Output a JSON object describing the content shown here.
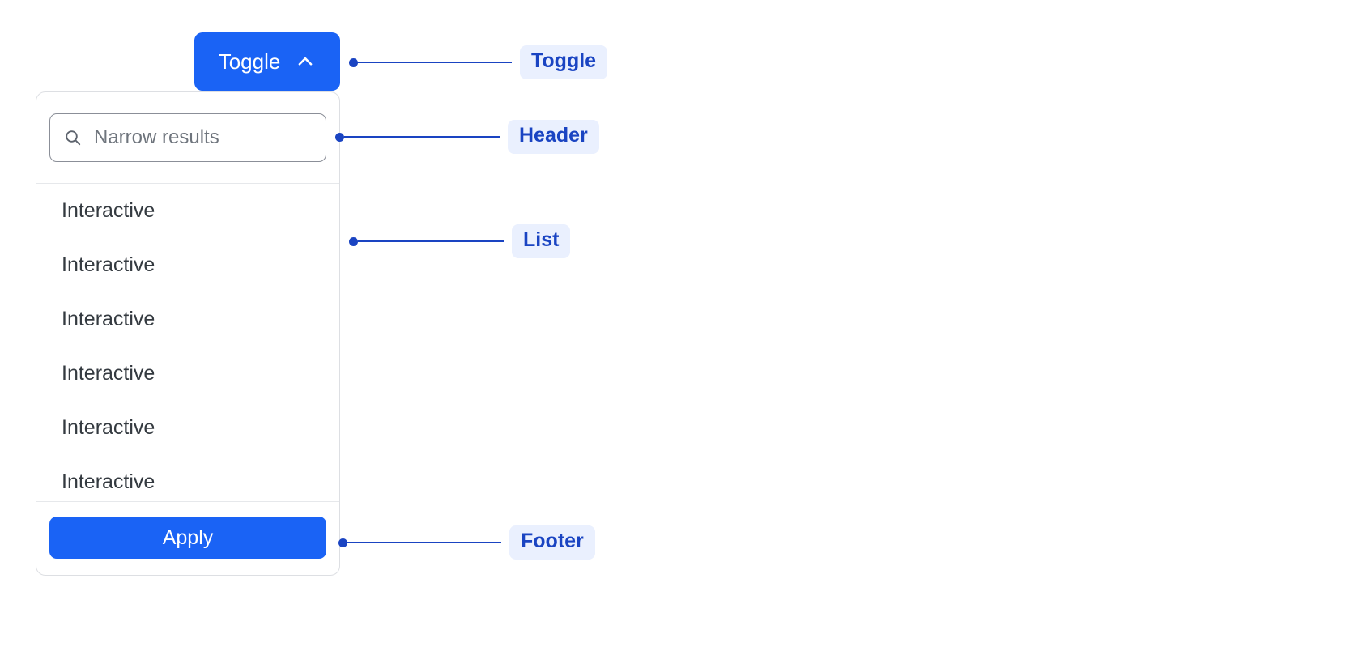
{
  "toggle": {
    "label": "Toggle",
    "icon": "chevron-up-icon",
    "background_color": "#1a63f5",
    "text_color": "#ffffff",
    "expanded": true
  },
  "panel": {
    "header": {
      "search": {
        "icon": "search-icon",
        "placeholder": "Narrow results",
        "value": ""
      }
    },
    "list": {
      "items": [
        {
          "label": "Interactive"
        },
        {
          "label": "Interactive"
        },
        {
          "label": "Interactive"
        },
        {
          "label": "Interactive"
        },
        {
          "label": "Interactive"
        },
        {
          "label": "Interactive"
        }
      ]
    },
    "footer": {
      "apply_label": "Apply",
      "apply_background_color": "#1a63f5"
    },
    "border_color": "#dddfe3",
    "background_color": "#ffffff"
  },
  "annotations": {
    "accent_color": "#1a44c2",
    "pill_background_color": "#eaf0fe",
    "items": [
      {
        "label": "Toggle",
        "target": "toggle-button"
      },
      {
        "label": "Header",
        "target": "panel-header"
      },
      {
        "label": "List",
        "target": "panel-list"
      },
      {
        "label": "Footer",
        "target": "panel-footer"
      }
    ]
  }
}
